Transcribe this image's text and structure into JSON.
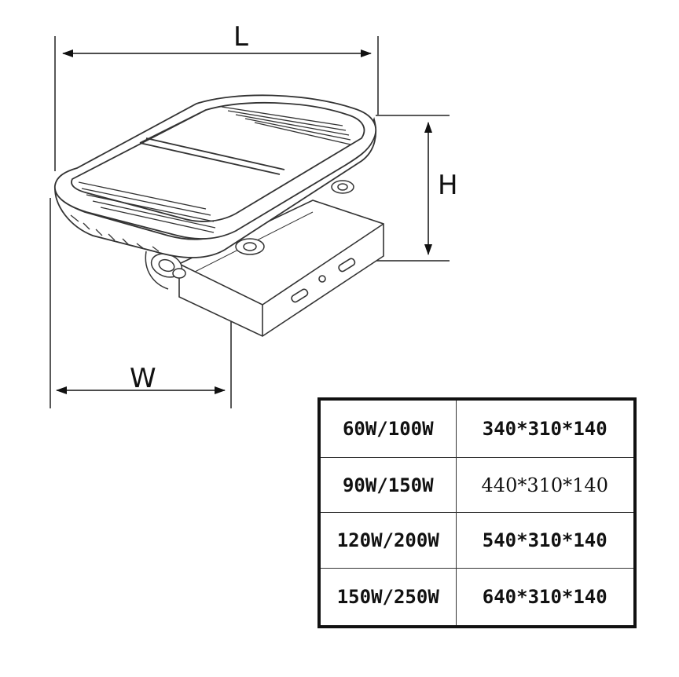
{
  "dimensions": {
    "length": "L",
    "height": "H",
    "width": "W"
  },
  "spec_table": {
    "rows": [
      {
        "power": "60W/100W",
        "size": "340*310*140"
      },
      {
        "power": "90W/150W",
        "size": "440*310*140"
      },
      {
        "power": "120W/200W",
        "size": "540*310*140"
      },
      {
        "power": "150W/250W",
        "size": "640*310*140"
      }
    ]
  }
}
